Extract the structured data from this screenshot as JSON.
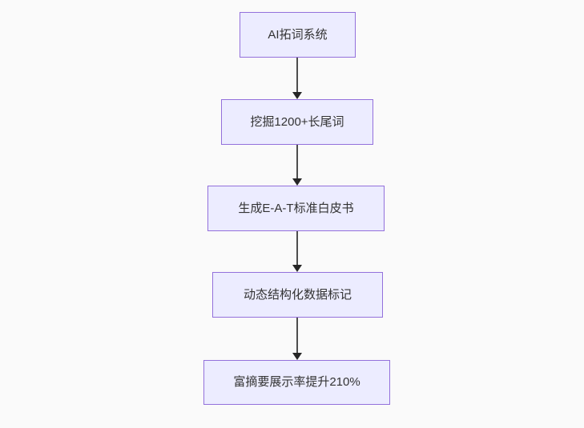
{
  "diagram": {
    "type": "flowchart",
    "direction": "top-down",
    "colors": {
      "background": "#FAFAFA",
      "node_fill": "#ECECFF",
      "node_border": "#9370DB",
      "node_text": "#333333",
      "edge_line": "#4D4D4D",
      "arrowhead": "#262626"
    },
    "nodes": [
      {
        "id": "n1",
        "label": "AI拓词系统"
      },
      {
        "id": "n2",
        "label": "挖掘1200+长尾词"
      },
      {
        "id": "n3",
        "label": "生成E-A-T标准白皮书"
      },
      {
        "id": "n4",
        "label": "动态结构化数据标记"
      },
      {
        "id": "n5",
        "label": "富摘要展示率提升210%"
      }
    ],
    "edges": [
      {
        "from": "n1",
        "to": "n2",
        "style": "arrow-down"
      },
      {
        "from": "n2",
        "to": "n3",
        "style": "arrow-down"
      },
      {
        "from": "n3",
        "to": "n4",
        "style": "arrow-down"
      },
      {
        "from": "n4",
        "to": "n5",
        "style": "arrow-down"
      }
    ]
  }
}
